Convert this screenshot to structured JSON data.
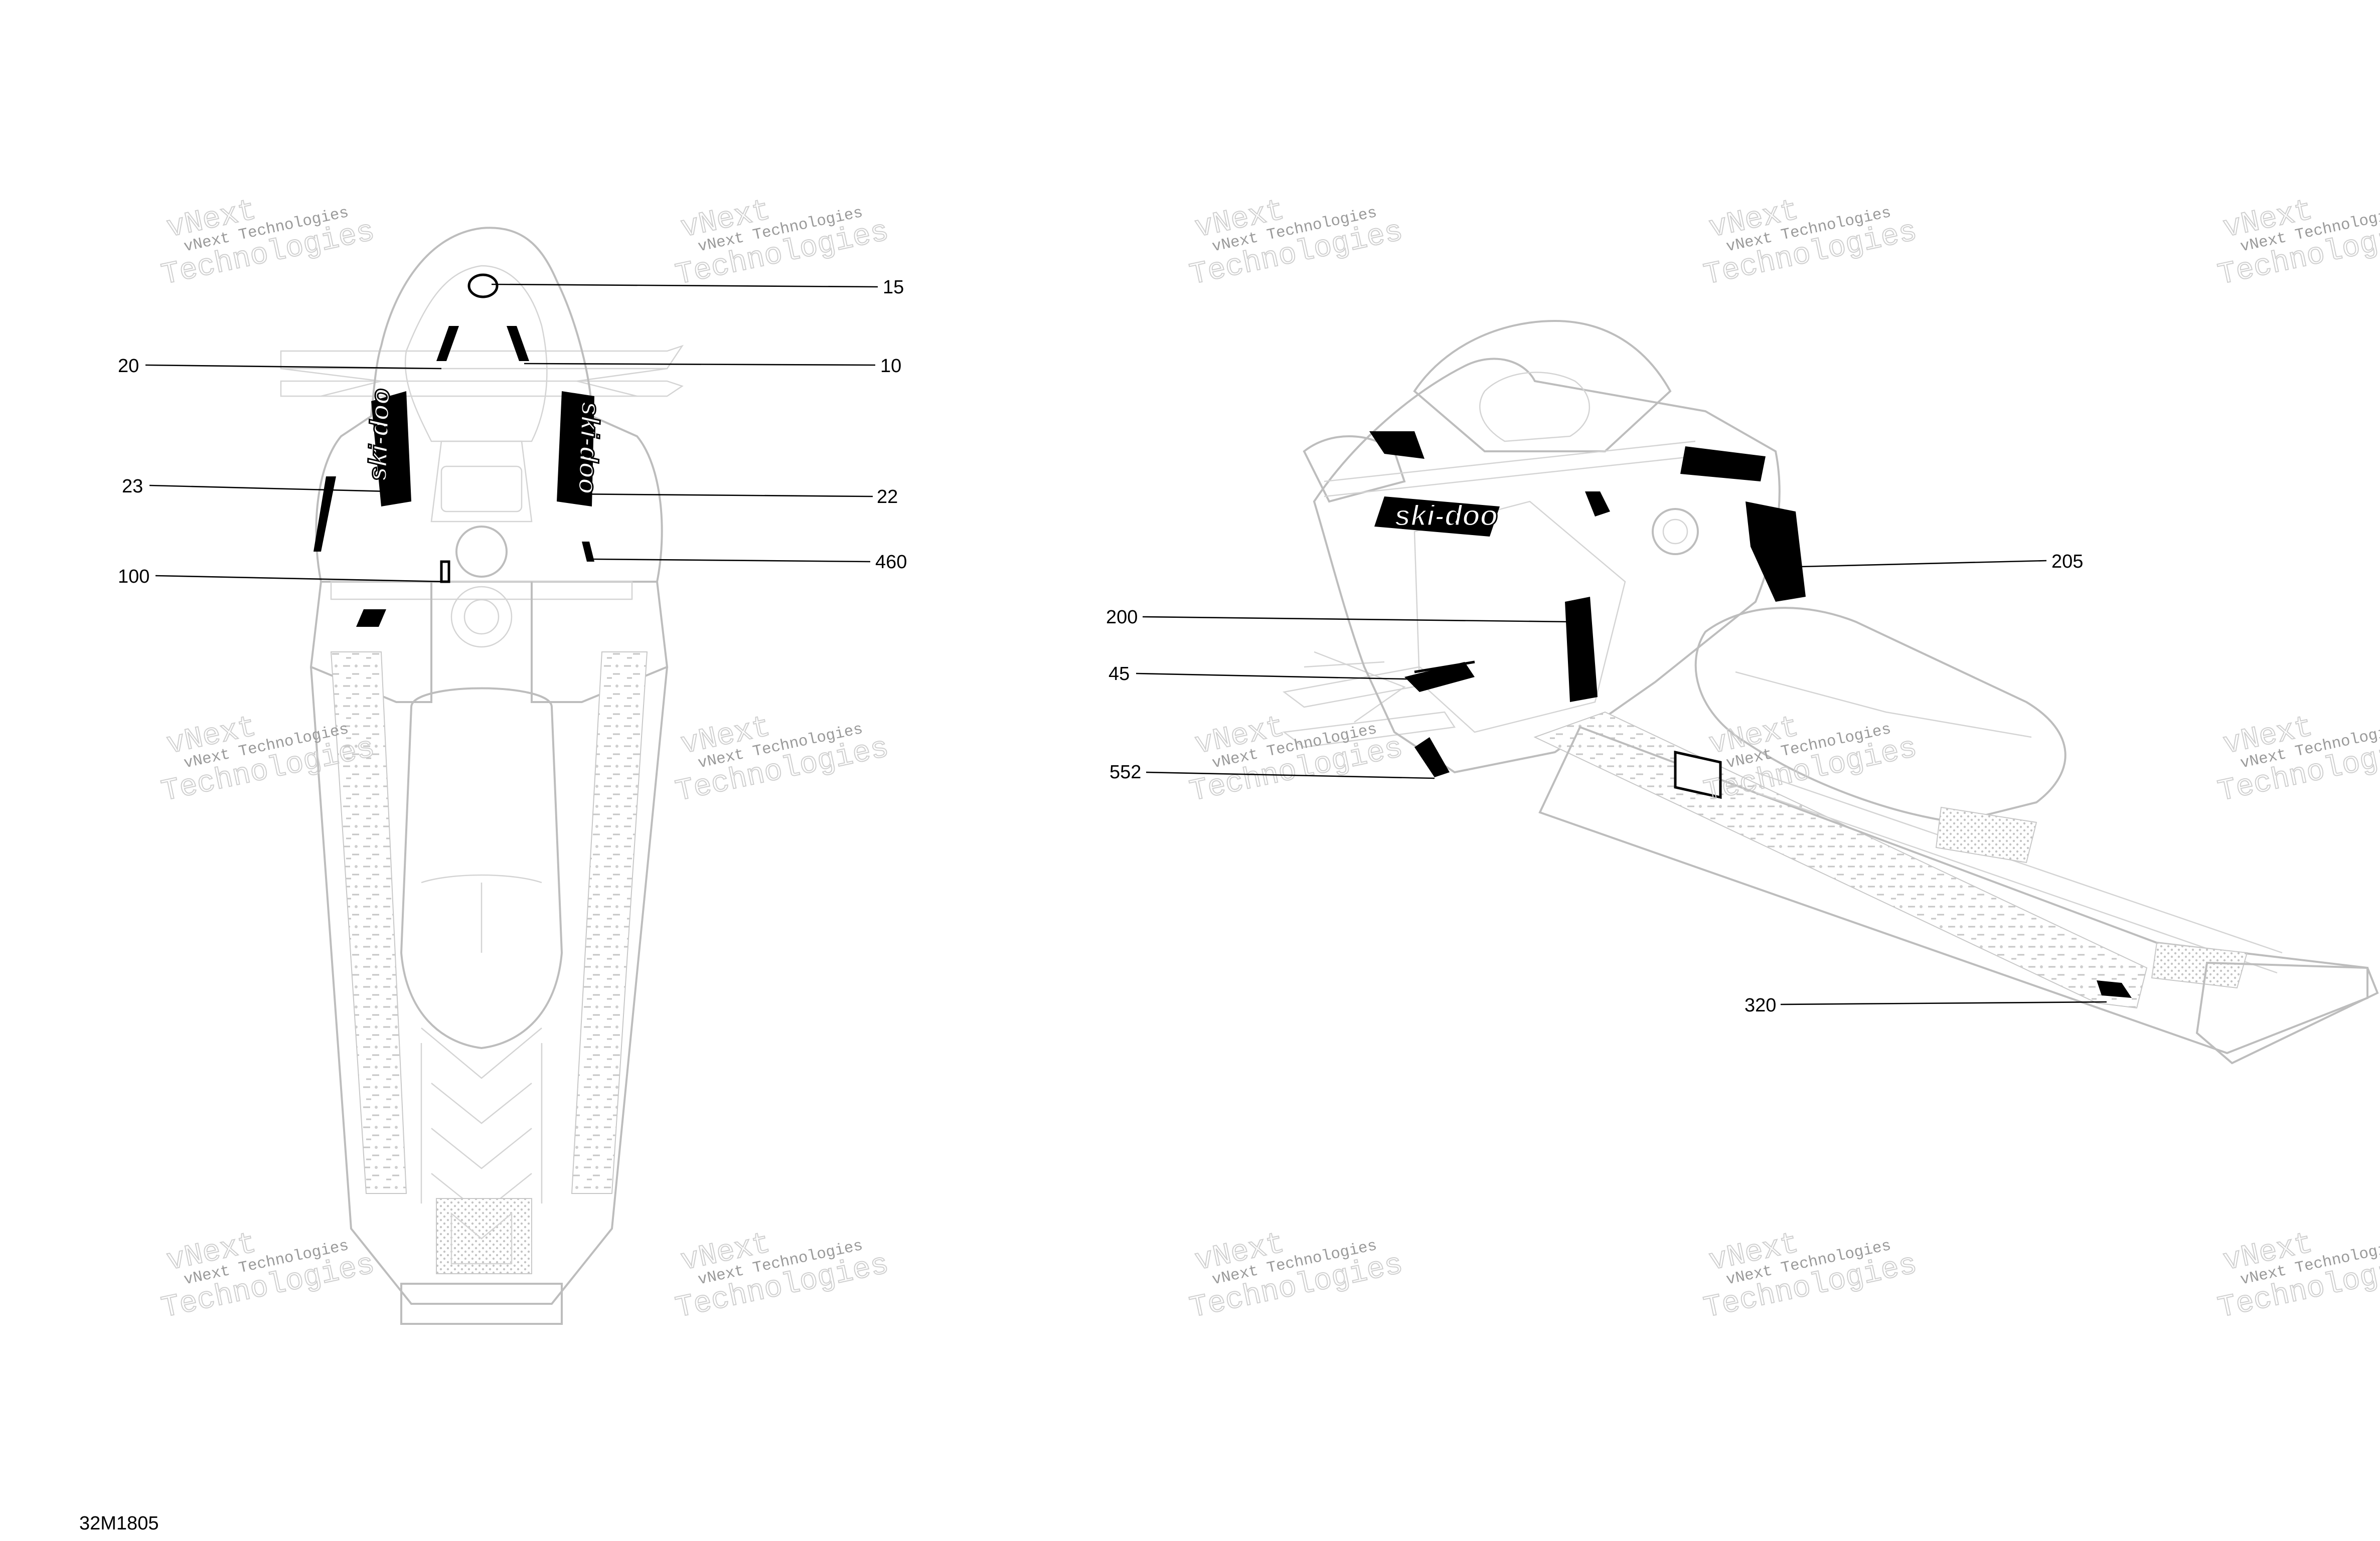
{
  "diagram_code": "32M1805",
  "watermark": {
    "line1": "vNext Technologies",
    "line2": "Technologies",
    "top": "vNext"
  },
  "views": {
    "top_view": {
      "callouts": [
        {
          "id": "c15",
          "label": "15"
        },
        {
          "id": "c20",
          "label": "20"
        },
        {
          "id": "c10",
          "label": "10"
        },
        {
          "id": "c23",
          "label": "23"
        },
        {
          "id": "c22",
          "label": "22"
        },
        {
          "id": "c100",
          "label": "100"
        },
        {
          "id": "c460",
          "label": "460"
        }
      ]
    },
    "iso_view": {
      "callouts": [
        {
          "id": "c205",
          "label": "205"
        },
        {
          "id": "c200",
          "label": "200"
        },
        {
          "id": "c45",
          "label": "45"
        },
        {
          "id": "c552",
          "label": "552"
        },
        {
          "id": "c320",
          "label": "320"
        }
      ]
    }
  },
  "decal_text": {
    "brand": "ski-doo"
  },
  "colors": {
    "line": "#000000",
    "drawing": "#bdbdbd",
    "watermark": "#9a9a9a"
  }
}
